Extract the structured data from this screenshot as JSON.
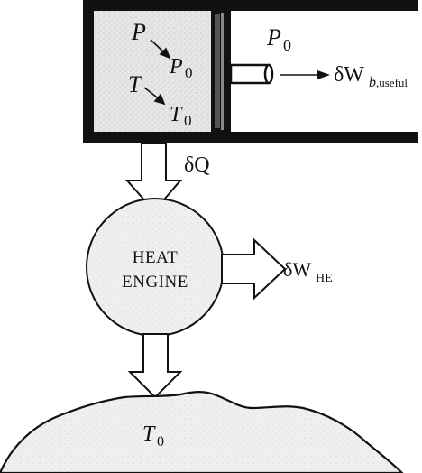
{
  "diagram": {
    "cylinder": {
      "P": "P",
      "P0_inside": "P",
      "P0_inside_sub": "0",
      "T": "T",
      "T0_inside": "T",
      "T0_inside_sub": "0"
    },
    "outside": {
      "P0": "P",
      "P0_sub": "0"
    },
    "work_useful": {
      "prefix": "δW",
      "sub_italic": "b",
      "sub_rest": ",useful"
    },
    "heat": {
      "dQ": "δQ"
    },
    "engine": {
      "line1": "HEAT",
      "line2": "ENGINE"
    },
    "work_he": {
      "prefix": "δW",
      "sub": "HE"
    },
    "reservoir": {
      "T": "T",
      "T_sub": "0"
    }
  }
}
